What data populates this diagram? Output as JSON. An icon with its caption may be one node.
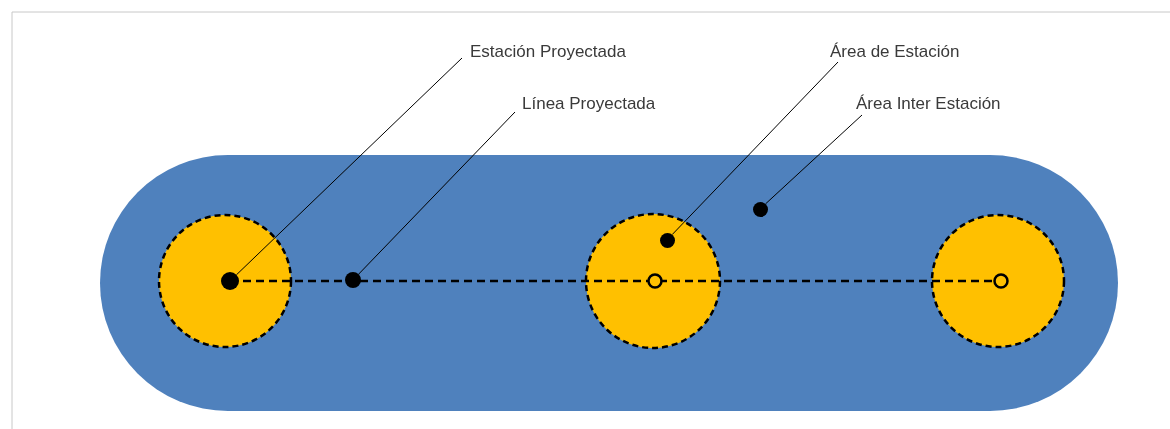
{
  "diagram": {
    "nodes": [
      {
        "text": [
          "Estación Proyectada"
        ]
      },
      {
        "text": [
          "Línea Proyectada"
        ]
      },
      {
        "text": [
          "Área de Estación"
        ]
      },
      {
        "text": [
          "Área Inter Estación"
        ]
      },
      {
        "text": [],
        "shape": "circle"
      },
      {
        "text": [],
        "shape": "circle"
      },
      {
        "text": [],
        "shape": "circle"
      },
      {
        "text": [],
        "shape": "circle"
      }
    ],
    "edges": [
      {
        "from": 0,
        "to": 4,
        "arrow": "none"
      },
      {
        "from": 1,
        "to": 5,
        "arrow": "none"
      },
      {
        "from": 2,
        "to": 6,
        "arrow": "none"
      },
      {
        "from": 3,
        "to": 7,
        "arrow": "none"
      }
    ]
  }
}
